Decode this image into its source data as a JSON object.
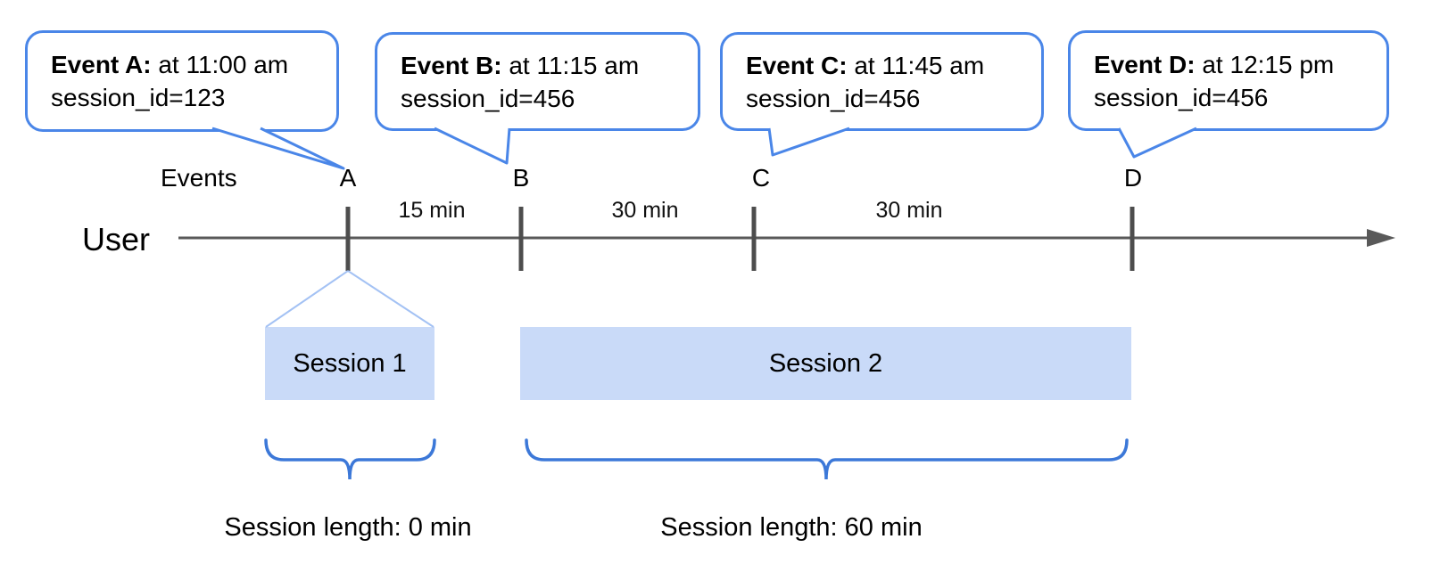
{
  "bubbles": [
    {
      "title": "Event A:",
      "time": "at 11:00 am",
      "session": "session_id=123"
    },
    {
      "title": "Event B:",
      "time": "at 11:15 am",
      "session": "session_id=456"
    },
    {
      "title": "Event C:",
      "time": "at 11:45 am",
      "session": "session_id=456"
    },
    {
      "title": "Event D:",
      "time": "at 12:15 pm",
      "session": "session_id=456"
    }
  ],
  "timeline": {
    "axis_label": "Events",
    "row_label": "User",
    "ticks": [
      "A",
      "B",
      "C",
      "D"
    ],
    "intervals": [
      "15 min",
      "30 min",
      "30 min"
    ]
  },
  "sessions": [
    {
      "label": "Session 1",
      "length_label": "Session length: 0 min"
    },
    {
      "label": "Session 2",
      "length_label": "Session length: 60 min"
    }
  ],
  "colors": {
    "bubble_border": "#4a86e8",
    "brace": "#3c78d8",
    "session_fill": "#c9daf8",
    "funnel": "#a4c2f4",
    "axis": "#595959",
    "text": "#000000"
  }
}
